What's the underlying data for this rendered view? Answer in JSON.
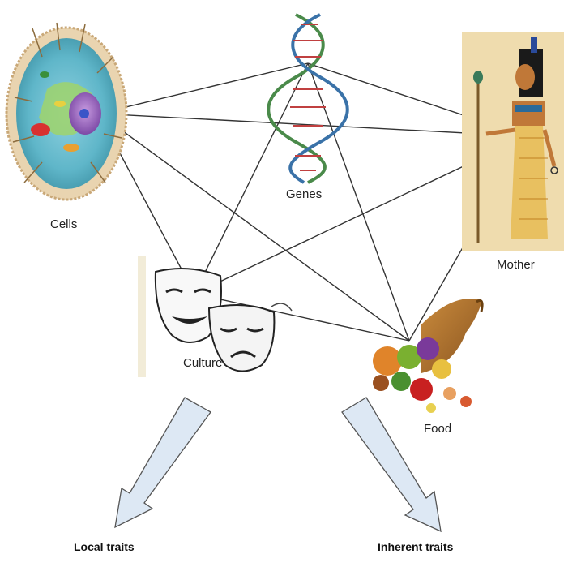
{
  "nodes": {
    "cells": {
      "label": "Cells"
    },
    "genes": {
      "label": "Genes"
    },
    "mother": {
      "label": "Mother"
    },
    "culture": {
      "label": "Culture"
    },
    "food": {
      "label": "Food"
    }
  },
  "outputs": {
    "local": {
      "label": "Local traits"
    },
    "inherent": {
      "label": "Inherent traits"
    }
  },
  "connections": [
    [
      "genes",
      "cells"
    ],
    [
      "genes",
      "culture"
    ],
    [
      "genes",
      "food"
    ],
    [
      "genes",
      "mother"
    ],
    [
      "mother",
      "cells"
    ],
    [
      "mother",
      "culture"
    ],
    [
      "mother",
      "food"
    ],
    [
      "cells",
      "culture"
    ],
    [
      "cells",
      "food"
    ],
    [
      "culture",
      "food"
    ]
  ],
  "colors": {
    "line": "#333333",
    "arrow_fill": "#dde8f4",
    "arrow_stroke": "#555555",
    "papyrus": "#efdcae"
  }
}
